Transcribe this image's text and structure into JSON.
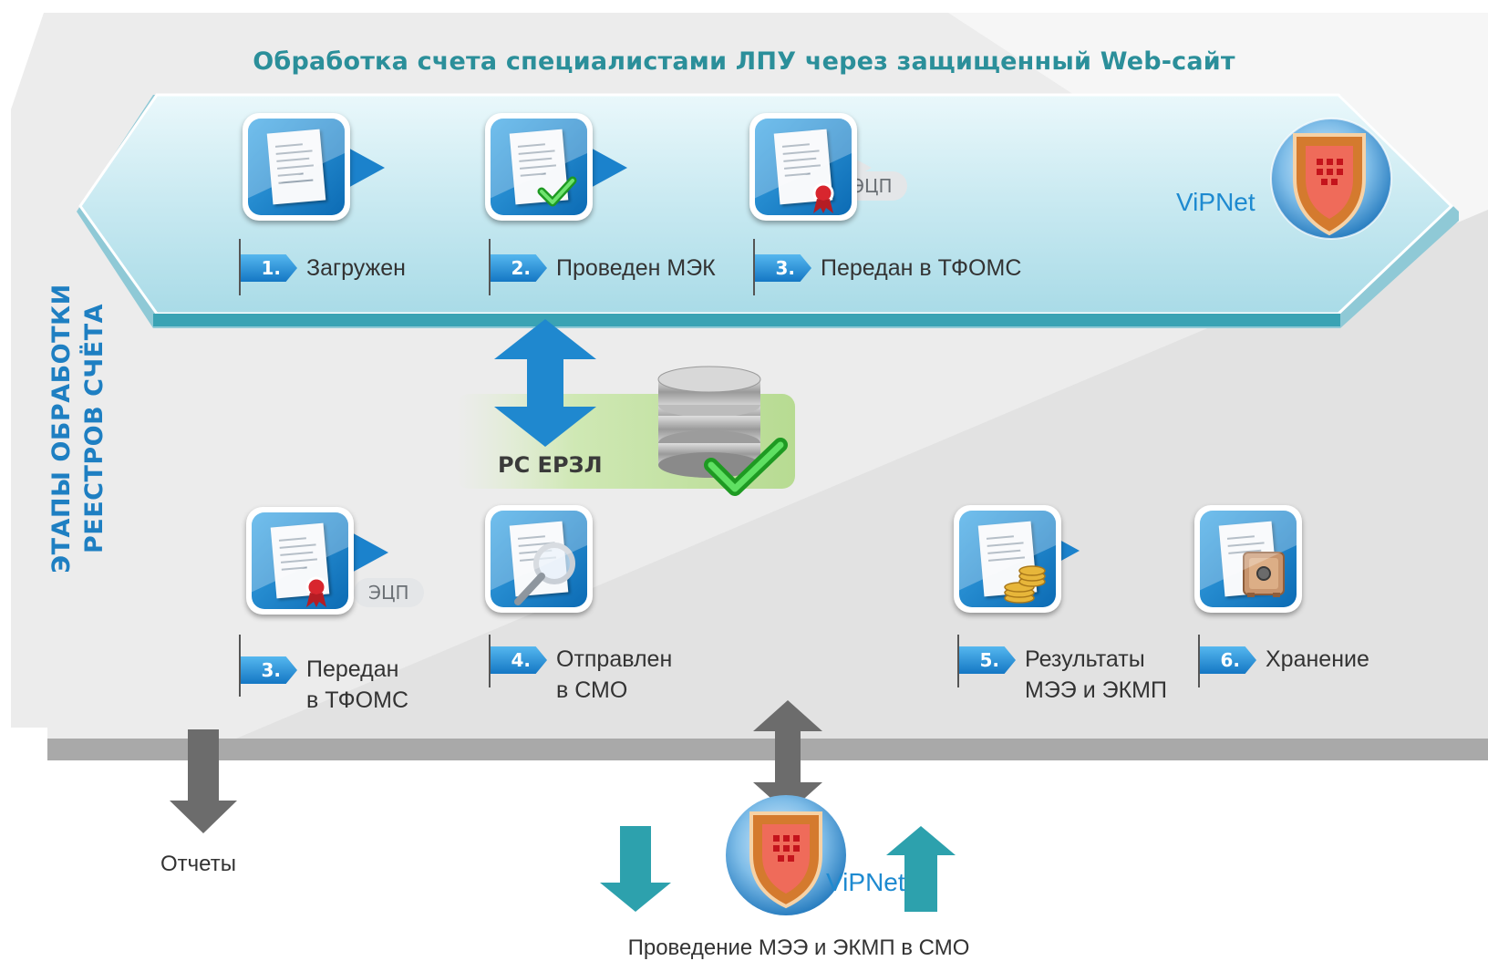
{
  "title": "Обработка счета специалистами ЛПУ через защищенный Web-сайт",
  "side_title": [
    "ЭТАПЫ ОБРАБОТКИ",
    "РЕЕСТРОВ СЧЁТА"
  ],
  "top_steps": [
    {
      "number": "1.",
      "label": "Загружен",
      "icon": "document-icon"
    },
    {
      "number": "2.",
      "label": "Проведен МЭК",
      "icon": "document-checkmark-icon"
    },
    {
      "number": "3.",
      "label": "Передан в ТФОМС",
      "icon": "document-seal-icon",
      "tag": "ЭЦП"
    }
  ],
  "vipnet_top": "ViPNet",
  "database_label": "РС ЕРЗЛ",
  "bottom_steps": [
    {
      "number": "3.",
      "label_lines": [
        "Передан",
        "в ТФОМС"
      ],
      "icon": "document-seal-icon",
      "tag": "ЭЦП"
    },
    {
      "number": "4.",
      "label_lines": [
        "Отправлен",
        "в СМО"
      ],
      "icon": "document-magnifier-icon"
    },
    {
      "number": "5.",
      "label_lines": [
        "Результаты",
        "МЭЭ и ЭКМП"
      ],
      "icon": "document-coins-icon"
    },
    {
      "number": "6.",
      "label_lines": [
        "Хранение"
      ],
      "icon": "document-safe-icon"
    }
  ],
  "reports_label": "Отчеты",
  "vipnet_bottom": "ViPNet",
  "bottom_caption": "Проведение МЭЭ и ЭКМП в СМО",
  "colors": {
    "title": "#2b8f9a",
    "side_title": "#1e7fc2",
    "badge": "#1477c4",
    "band": "#c9eaf2",
    "band_border": "#3aa3b4",
    "arrow_blue": "#1f88cf",
    "arrow_gray": "#6c6c6c",
    "arrow_teal": "#2da1ad"
  }
}
